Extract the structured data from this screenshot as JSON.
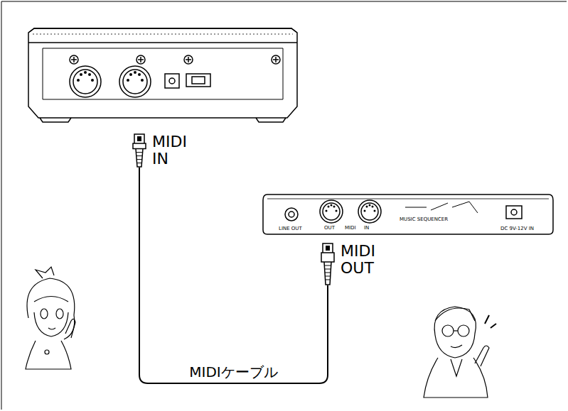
{
  "diagram": {
    "nodes": [
      {
        "text": [
          "MIDI IN"
        ]
      },
      {
        "text": [
          "MIDI OUT"
        ]
      }
    ],
    "edges": [
      {
        "from": 1,
        "to": 0,
        "label": "MIDIケーブル",
        "arrow": "none"
      }
    ],
    "labels": [
      "LINE OUT",
      "OUT",
      "MIDI",
      "IN",
      "MUSIC SEQUENCER",
      "DC 9V-12V IN"
    ]
  }
}
